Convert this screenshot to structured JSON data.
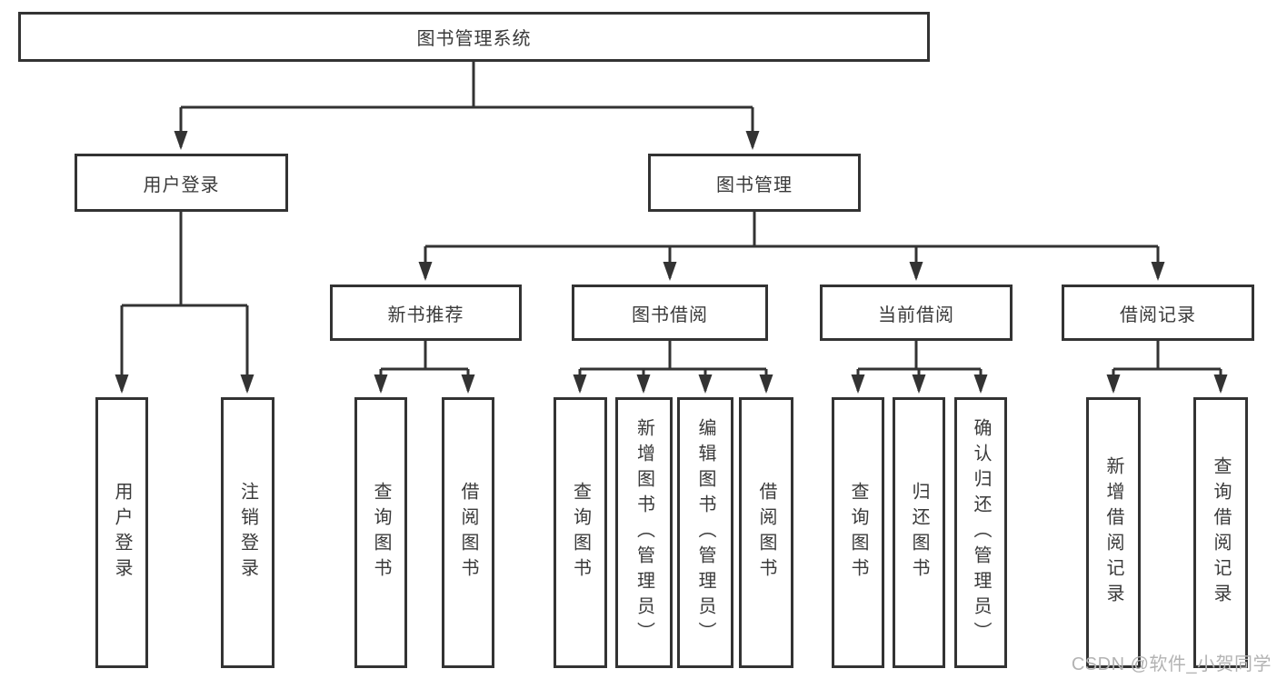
{
  "colors": {
    "line": "#333333",
    "box_border": "#333333",
    "text": "#3a3a3a",
    "watermark": "#b3b3b3",
    "background": "#ffffff"
  },
  "watermark": "CSDN @软件_小贺同学",
  "tree": {
    "root": {
      "label": "图书管理系统",
      "children": [
        {
          "label": "用户登录",
          "children": [
            {
              "label": "用户登录"
            },
            {
              "label": "注销登录"
            }
          ]
        },
        {
          "label": "图书管理",
          "children": [
            {
              "label": "新书推荐",
              "children": [
                {
                  "label": "查询图书"
                },
                {
                  "label": "借阅图书"
                }
              ]
            },
            {
              "label": "图书借阅",
              "children": [
                {
                  "label": "查询图书"
                },
                {
                  "label": "新增图书（管理员）"
                },
                {
                  "label": "编辑图书（管理员）"
                },
                {
                  "label": "借阅图书"
                }
              ]
            },
            {
              "label": "当前借阅",
              "children": [
                {
                  "label": "查询图书"
                },
                {
                  "label": "归还图书"
                },
                {
                  "label": "确认归还（管理员）"
                }
              ]
            },
            {
              "label": "借阅记录",
              "children": [
                {
                  "label": "新增借阅记录"
                },
                {
                  "label": "查询借阅记录"
                }
              ]
            }
          ]
        }
      ]
    }
  }
}
